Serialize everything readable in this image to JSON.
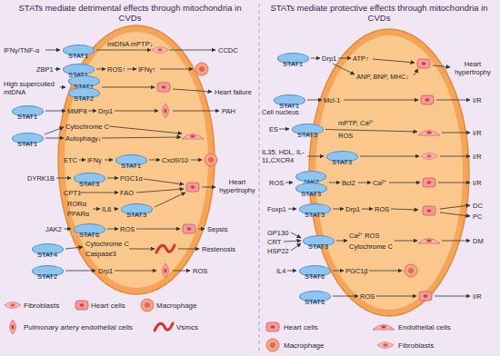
{
  "diagram": {
    "nodes": [
      {
        "text": [
          "STAT1"
        ]
      },
      {
        "text": [
          "STAT1"
        ]
      },
      {
        "text": [
          "STAT1"
        ]
      },
      {
        "text": [
          "STAT2"
        ]
      },
      {
        "text": [
          "STAT1"
        ]
      },
      {
        "text": [
          "STAT1"
        ]
      },
      {
        "text": [
          "STAT1"
        ]
      },
      {
        "text": [
          "STAT3"
        ]
      },
      {
        "text": [
          "STAT3"
        ]
      },
      {
        "text": [
          "STAT6"
        ]
      },
      {
        "text": [
          "STAT4"
        ]
      },
      {
        "text": [
          "STAT2"
        ]
      },
      {
        "text": [
          "STAT1"
        ]
      },
      {
        "text": [
          "STAT1"
        ]
      },
      {
        "text": [
          "STAT3"
        ]
      },
      {
        "text": [
          "STAT3"
        ]
      },
      {
        "text": [
          "JAK2"
        ]
      },
      {
        "text": [
          "STAT3"
        ]
      },
      {
        "text": [
          "STAT3"
        ]
      },
      {
        "text": [
          "STAT3"
        ]
      },
      {
        "text": [
          "STAT6"
        ]
      },
      {
        "text": [
          "STAT6"
        ]
      }
    ],
    "labels": [
      "STATs mediate detrimental effects through mitochondria in CVDs",
      "STATs mediate protective effects through mitochondria in CVDs",
      "IFNγ/TNF-α",
      "mtDNA mPTP↓",
      "CCDC",
      "ZBP1",
      "ROS↑",
      "IFNγ↑",
      "High supercoiled mtDNA",
      "Heart failure",
      "MMP8",
      "Drp1",
      "PAH",
      "Cytochrome C",
      "Autophagy↓",
      "ETC",
      "IFNγ",
      "Cxcl9/10",
      "DYRK1B",
      "PGC1α",
      "CPT1",
      "FAO",
      "Heart hypertrophy",
      "RORα",
      "PPARα",
      "IL6",
      "JAK2",
      "ROS",
      "Sepsis",
      "Cytochrome C",
      "Caspase3",
      "Restenosis",
      "Drp1",
      "ROS",
      "Drp1",
      "ATP↑",
      "Heart hypertrophy",
      "ANP, BNP, MHC↓",
      "Mcl-1",
      "Cell nucleus",
      "I/R",
      "ES",
      "mPTP, Ca²⁺",
      "ROS",
      "I/R",
      "IL35, HDL, IL-11,CXCR4",
      "I/R",
      "ROS",
      "Bcl2",
      "Ca²⁺",
      "I/R",
      "Foxp1",
      "Drp1",
      "ROS",
      "DC",
      "PC",
      "GP130",
      "CRT",
      "HSP22",
      "Ca²⁺ ROS",
      "Cytochrome C",
      "DM",
      "IL4",
      "PGC1β",
      "ROS",
      "I/R"
    ],
    "legend": [
      {
        "text": "Fibroblasts"
      },
      {
        "text": "Heart cells"
      },
      {
        "text": "Macrophage"
      },
      {
        "text": "Pulmonary artery endothelial cells"
      },
      {
        "text": "Vsmcs"
      },
      {
        "text": "Heart cells"
      },
      {
        "text": "Endothelial cells"
      },
      {
        "text": "Macrophage"
      },
      {
        "text": "Fibroblasts"
      }
    ]
  }
}
